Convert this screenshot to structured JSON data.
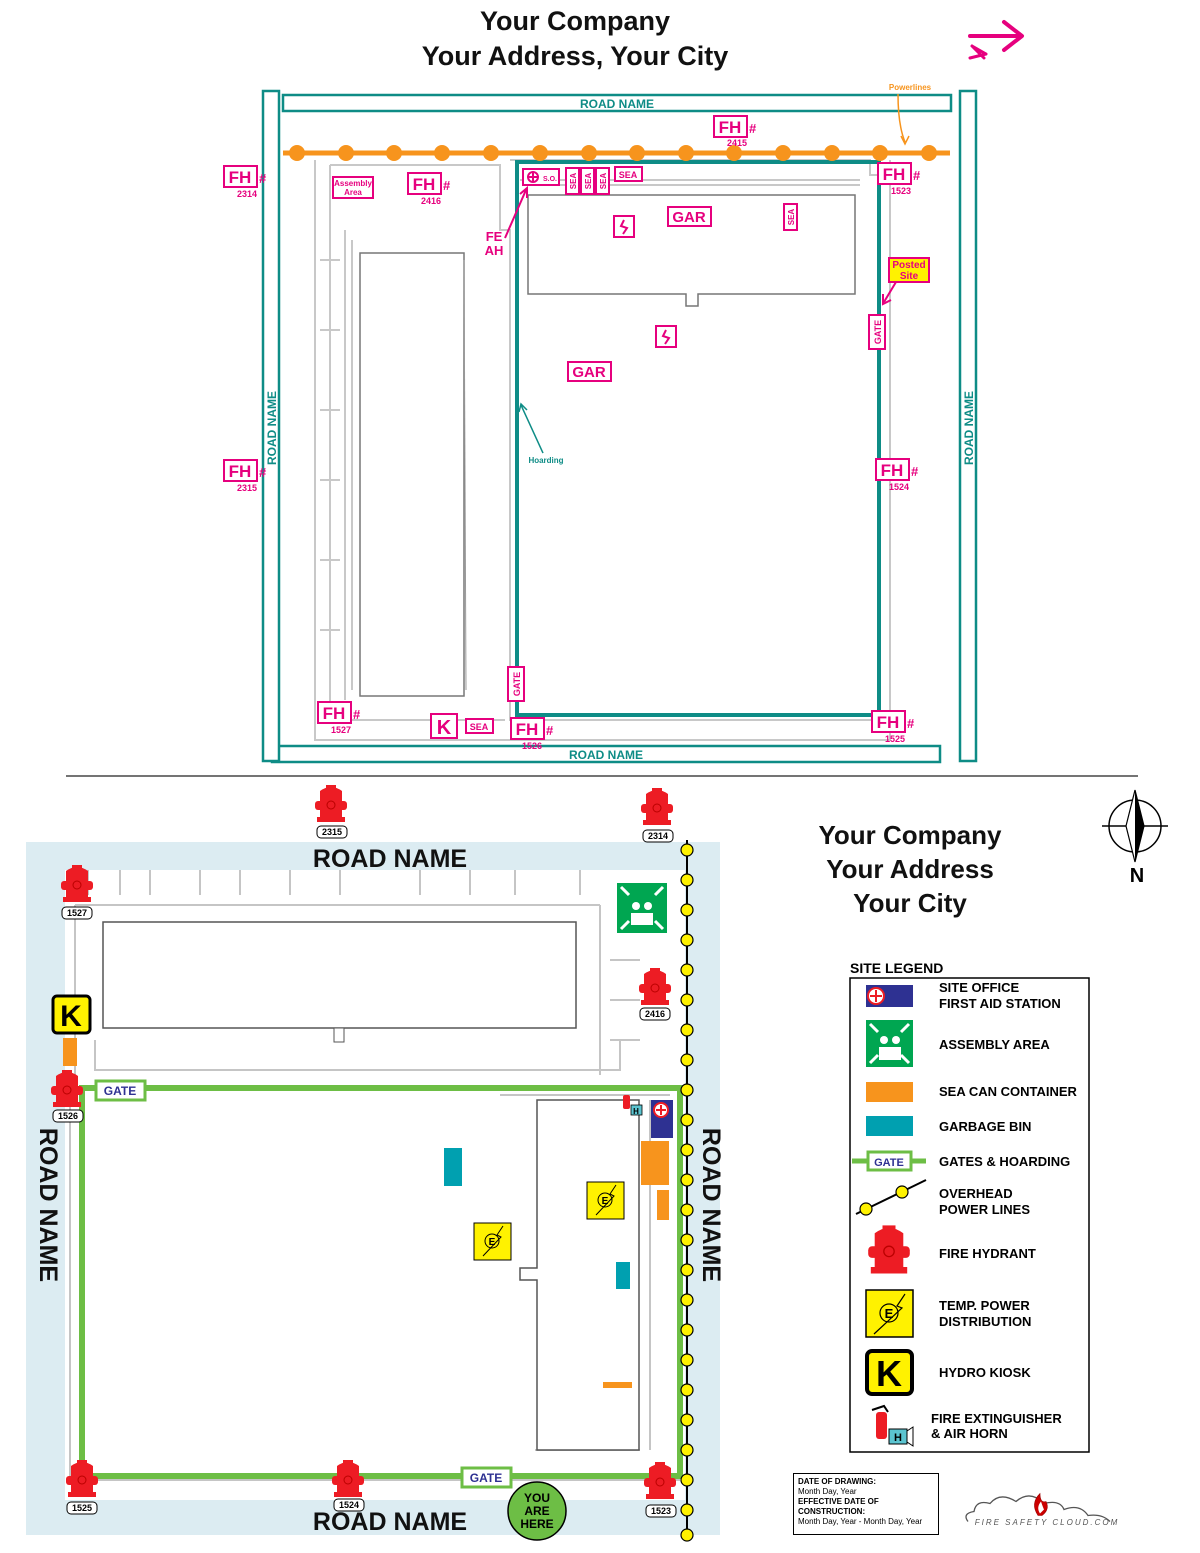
{
  "top_map": {
    "title_line1": "Your Company",
    "title_line2": "Your Address, Your City",
    "road_top": "ROAD NAME",
    "road_bottom": "ROAD NAME",
    "road_left": "ROAD NAME",
    "road_right": "ROAD NAME",
    "powerlines_label": "Powerlines",
    "hoarding_label": "Hoarding",
    "posted_site_line1": "Posted",
    "posted_site_line2": "Site",
    "assembly_area_line1": "Assembly",
    "assembly_area_line2": "Area",
    "gate_label": "GATE",
    "garbage_label": "GAR",
    "sea_label": "SEA",
    "site_office_label": "S.O.",
    "fe_label": "FE",
    "ah_label": "AH",
    "kiosk_label": "K",
    "hydrant_prefix": "FH",
    "hydrant_suffix": "#",
    "hydrants": [
      "2415",
      "2314",
      "2416",
      "1523",
      "2315",
      "1524",
      "1527",
      "1526",
      "1525"
    ]
  },
  "bottom_map": {
    "title_line1": "Your Company",
    "title_line2": "Your Address",
    "title_line3": "Your City",
    "north_label": "N",
    "road_top": "ROAD NAME",
    "road_bottom": "ROAD NAME",
    "road_left": "ROAD NAME",
    "road_right": "ROAD NAME",
    "gate_label": "GATE",
    "kiosk_label": "K",
    "power_label": "E",
    "you_are_here_line1": "YOU",
    "you_are_here_line2": "ARE",
    "you_are_here_line3": "HERE",
    "horn_label": "H",
    "hydrants": [
      "2315",
      "2314",
      "1527",
      "2416",
      "1526",
      "1525",
      "1524",
      "1523"
    ]
  },
  "legend": {
    "title": "SITE LEGEND",
    "items": [
      {
        "line1": "SITE OFFICE",
        "line2": "FIRST AID STATION",
        "icon": "site-office-icon"
      },
      {
        "line1": "ASSEMBLY AREA",
        "line2": "",
        "icon": "assembly-area-icon"
      },
      {
        "line1": "SEA CAN CONTAINER",
        "line2": "",
        "icon": "sea-can-icon"
      },
      {
        "line1": "GARBAGE BIN",
        "line2": "",
        "icon": "garbage-bin-icon"
      },
      {
        "line1": "GATES & HOARDING",
        "line2": "",
        "icon": "gate-hoarding-icon"
      },
      {
        "line1": "OVERHEAD",
        "line2": "POWER LINES",
        "icon": "power-lines-icon"
      },
      {
        "line1": "FIRE HYDRANT",
        "line2": "",
        "icon": "fire-hydrant-icon"
      },
      {
        "line1": "TEMP. POWER",
        "line2": "DISTRIBUTION",
        "icon": "temp-power-icon"
      },
      {
        "line1": "HYDRO KIOSK",
        "line2": "",
        "icon": "hydro-kiosk-icon"
      },
      {
        "line1": "FIRE EXTINGUISHER",
        "line2": "& AIR HORN",
        "icon": "fire-extinguisher-icon"
      }
    ],
    "gate_sample": "GATE",
    "kiosk_sample": "K",
    "power_sample": "E",
    "horn_sample": "H"
  },
  "info_box": {
    "drawing_date_label": "DATE OF DRAWING:",
    "drawing_date_value": "Month Day, Year",
    "effective_label_line1": "EFFECTIVE DATE OF",
    "effective_label_line2": "CONSTRUCTION:",
    "effective_value": "Month Day, Year - Month Day, Year"
  },
  "logo_text": "FIRE SAFETY CLOUD.COM",
  "colors": {
    "magenta": "#e6007e",
    "teal": "#0e8c86",
    "orange": "#f7941d",
    "green_hoarding": "#6dbe45",
    "yellow": "#fff200",
    "hydrant_red": "#ed1c24",
    "garbage": "#00a0b0",
    "site_office_blue": "#2e3192",
    "assembly_green": "#00a651",
    "road_bg": "#dcecf2"
  }
}
